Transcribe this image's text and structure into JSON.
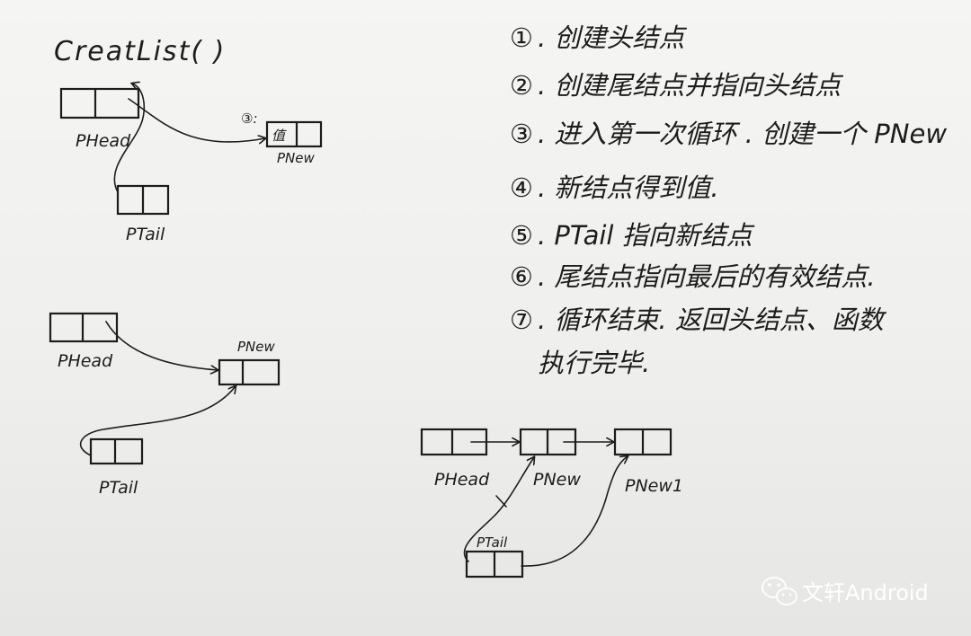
{
  "title": "CreatList(  )",
  "diagram1": {
    "head_label": "PHead",
    "tail_label": "PTail",
    "step_marker": "③:",
    "new_node_value": "值",
    "new_label": "PNew"
  },
  "diagram2": {
    "head_label": "PHead",
    "new_label": "PNew",
    "tail_label": "PTail"
  },
  "diagram3": {
    "head_label": "PHead",
    "new_label": "PNew",
    "new1_label": "PNew1",
    "tail_label": "PTail"
  },
  "steps": [
    {
      "num": "①",
      "text": ". 创建头结点"
    },
    {
      "num": "②",
      "text": ". 创建尾结点并指向头结点"
    },
    {
      "num": "③",
      "text": ". 进入第一次循环 . 创建一个 PNew"
    },
    {
      "num": "④",
      "text": ". 新结点得到值."
    },
    {
      "num": "⑤",
      "text": ". PTail 指向新结点"
    },
    {
      "num": "⑥",
      "text": ". 尾结点指向最后的有效结点."
    },
    {
      "num": "⑦",
      "text": ". 循环结束. 返回头结点、函数"
    },
    {
      "num": "",
      "text": "执行完毕."
    }
  ],
  "watermark": "文轩Android"
}
